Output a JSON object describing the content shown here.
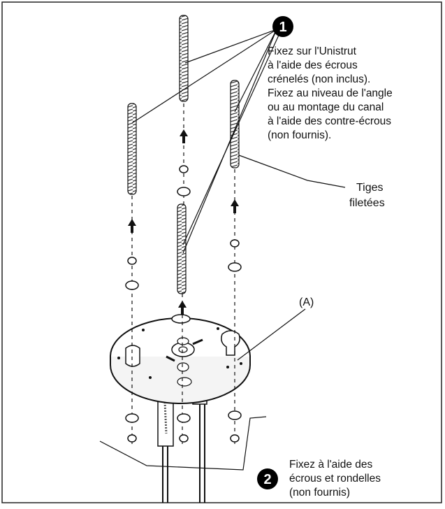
{
  "steps": [
    {
      "number": "1",
      "lines": [
        "Fixez sur l'Unistrut",
        "à l'aide des écrous",
        "crénelés (non inclus).",
        "Fixez au niveau de l'angle",
        "ou au montage du canal",
        "à l'aide des contre-écrous",
        "(non fournis)."
      ]
    },
    {
      "number": "2",
      "lines": [
        "Fixez à l'aide des",
        "écrous et rondelles",
        "(non fournis)"
      ]
    }
  ],
  "labels": {
    "rods": [
      "Tiges",
      "filetées"
    ],
    "plate": "(A)"
  },
  "colors": {
    "line": "#111111",
    "badge": "#000000",
    "frame": "#222222"
  }
}
